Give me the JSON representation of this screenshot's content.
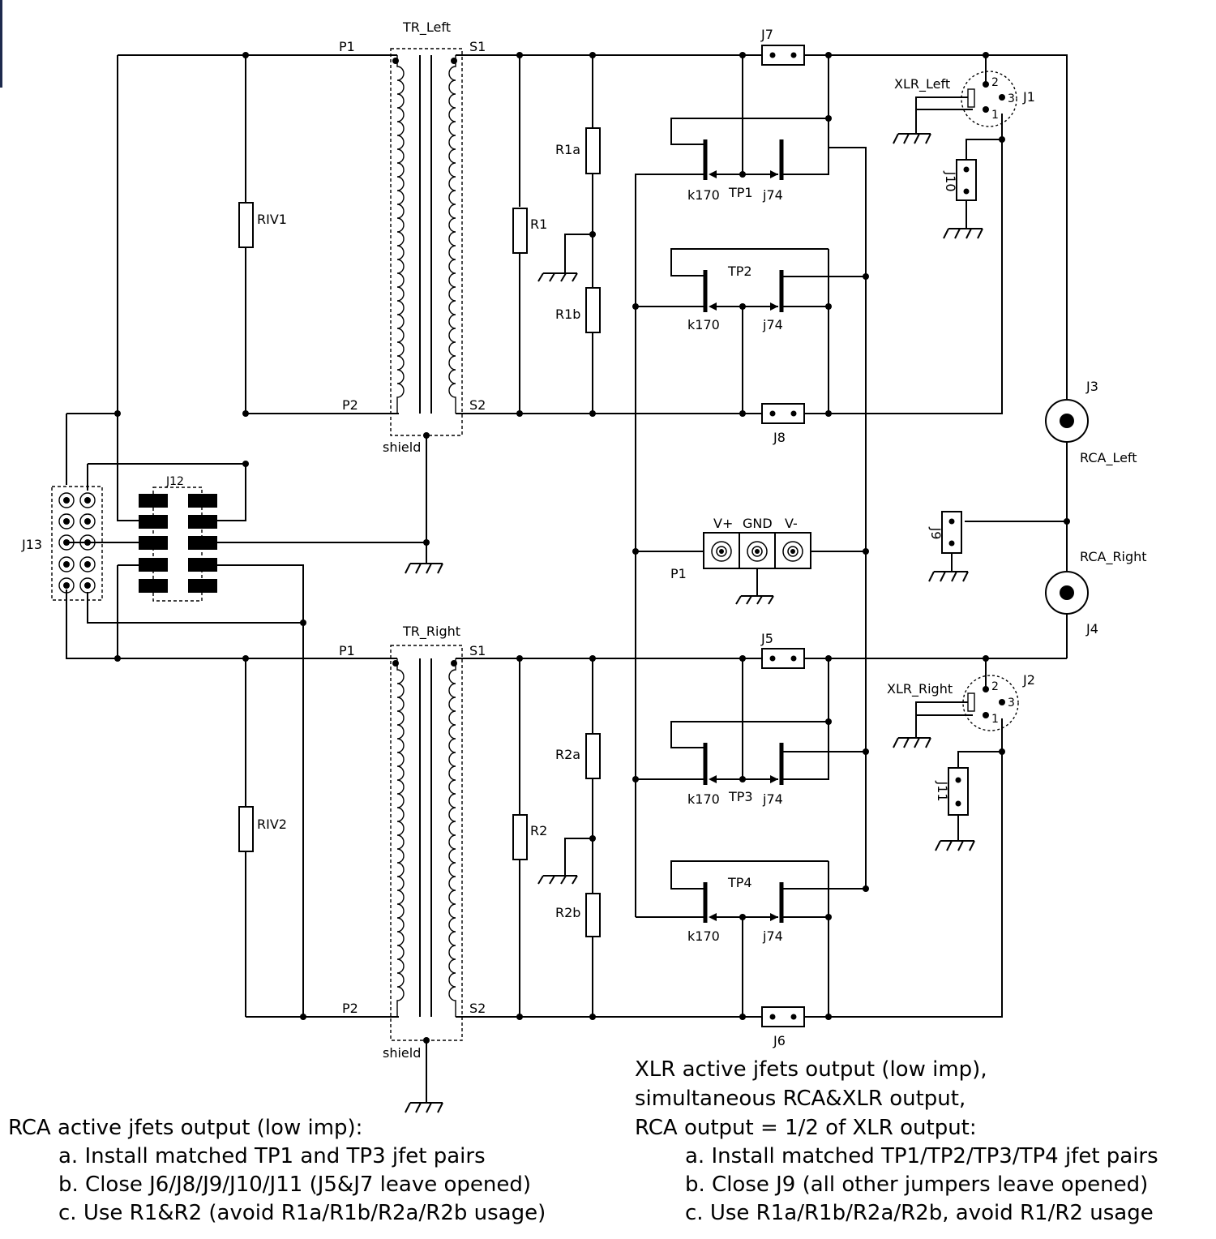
{
  "components": {
    "tr_left": "TR_Left",
    "tr_right": "TR_Right",
    "shield": "shield",
    "p1": "P1",
    "p2": "P2",
    "s1": "S1",
    "s2": "S2",
    "riv1": "RIV1",
    "riv2": "RIV2",
    "r1": "R1",
    "r1a": "R1a",
    "r1b": "R1b",
    "r2": "R2",
    "r2a": "R2a",
    "r2b": "R2b",
    "k170": "k170",
    "j74": "j74",
    "tp1": "TP1",
    "tp2": "TP2",
    "tp3": "TP3",
    "tp4": "TP4",
    "j1": "J1",
    "j2": "J2",
    "j3": "J3",
    "j4": "J4",
    "j5": "J5",
    "j6": "J6",
    "j7": "J7",
    "j8": "J8",
    "j9": "J9",
    "j10": "J10",
    "j11": "J11",
    "j12": "J12",
    "j13": "J13",
    "xlr_left": "XLR_Left",
    "xlr_right": "XLR_Right",
    "rca_left": "RCA_Left",
    "rca_right": "RCA_Right",
    "pin1": "1",
    "pin2": "2",
    "pin3": "3",
    "power_connector": "P1",
    "vplus": "V+",
    "gnd": "GND",
    "vminus": "V-"
  },
  "notes": {
    "rca": {
      "title": "RCA active jfets output (low imp):",
      "a": "a. Install matched TP1 and TP3 jfet pairs",
      "b": "b. Close J6/J8/J9/J10/J11 (J5&J7 leave opened)",
      "c": "c. Use R1&R2 (avoid R1a/R1b/R2a/R2b usage)"
    },
    "xlr": {
      "line1": "XLR active jfets output (low imp),",
      "line2": "simultaneous RCA&XLR output,",
      "line3": "RCA output = 1/2 of XLR output:",
      "a": "a. Install matched TP1/TP2/TP3/TP4 jfet pairs",
      "b": "b. Close J9 (all other jumpers  leave opened)",
      "c": "c. Use R1a/R1b/R2a/R2b, avoid R1/R2 usage"
    }
  }
}
